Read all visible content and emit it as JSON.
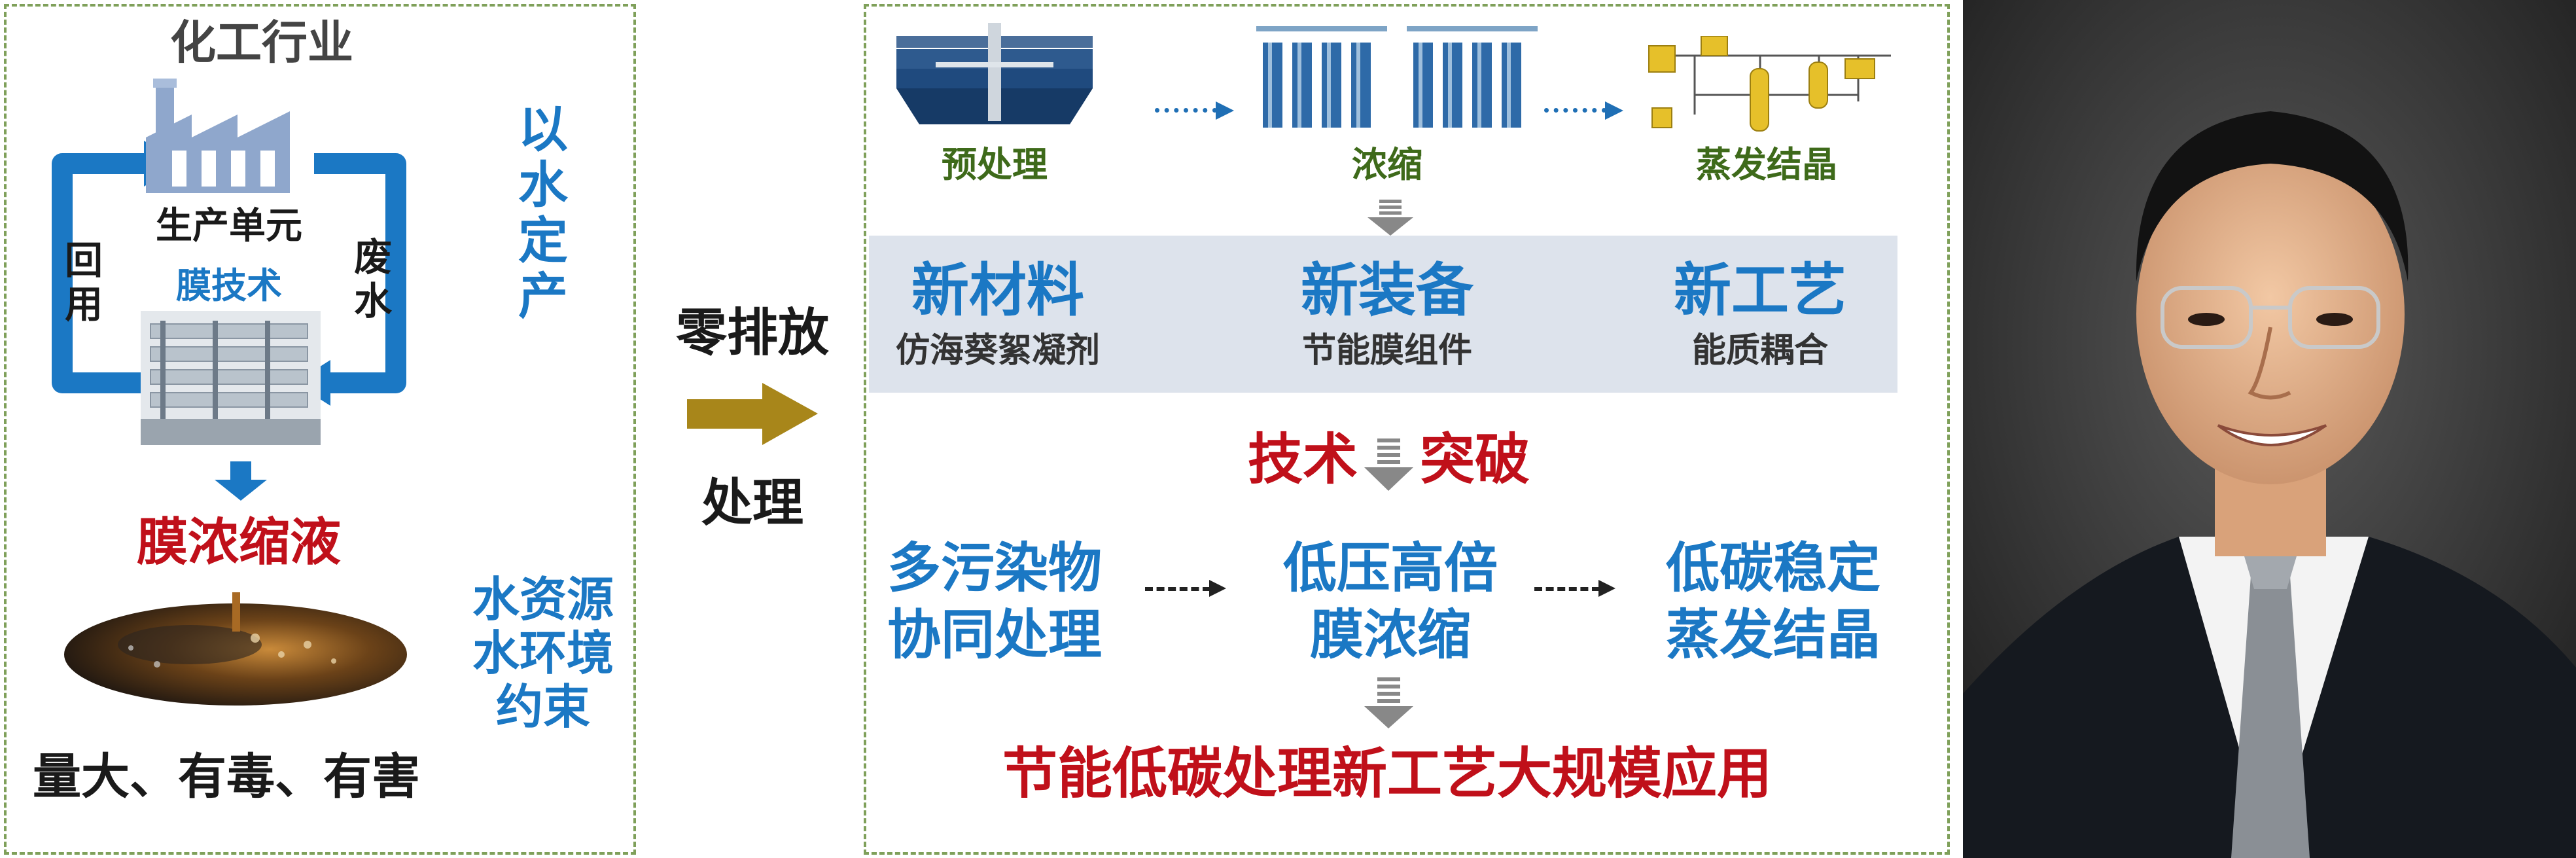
{
  "colors": {
    "blue": "#1b78c4",
    "red": "#c0101a",
    "green": "#3e6a1a",
    "band": "#dde3ec",
    "arrow_gold": "#a8861a"
  },
  "left": {
    "title": "化工行业",
    "factory_label": "生产单元",
    "membrane_label": "膜技术",
    "recycle_label": "回用",
    "wastewater_label": "废水",
    "concentrate_label": "膜浓缩液",
    "side_slogan": "以水定产",
    "constraints": [
      "水资源",
      "水环境",
      "约束"
    ],
    "hazards": "量大、有毒、有害"
  },
  "middle": {
    "top_label": "零排放",
    "bottom_label": "处理"
  },
  "right": {
    "process_steps": [
      "预处理",
      "浓缩",
      "蒸发结晶"
    ],
    "innovations": [
      {
        "title": "新材料",
        "subtitle": "仿海葵絮凝剂"
      },
      {
        "title": "新装备",
        "subtitle": "节能膜组件"
      },
      {
        "title": "新工艺",
        "subtitle": "能质耦合"
      }
    ],
    "breakthrough": [
      "技术",
      "突破"
    ],
    "techs": [
      {
        "line1": "多污染物",
        "line2": "协同处理"
      },
      {
        "line1": "低压高倍",
        "line2": "膜浓缩"
      },
      {
        "line1": "低碳稳定",
        "line2": "蒸发结晶"
      }
    ],
    "conclusion": "节能低碳处理新工艺大规模应用"
  }
}
